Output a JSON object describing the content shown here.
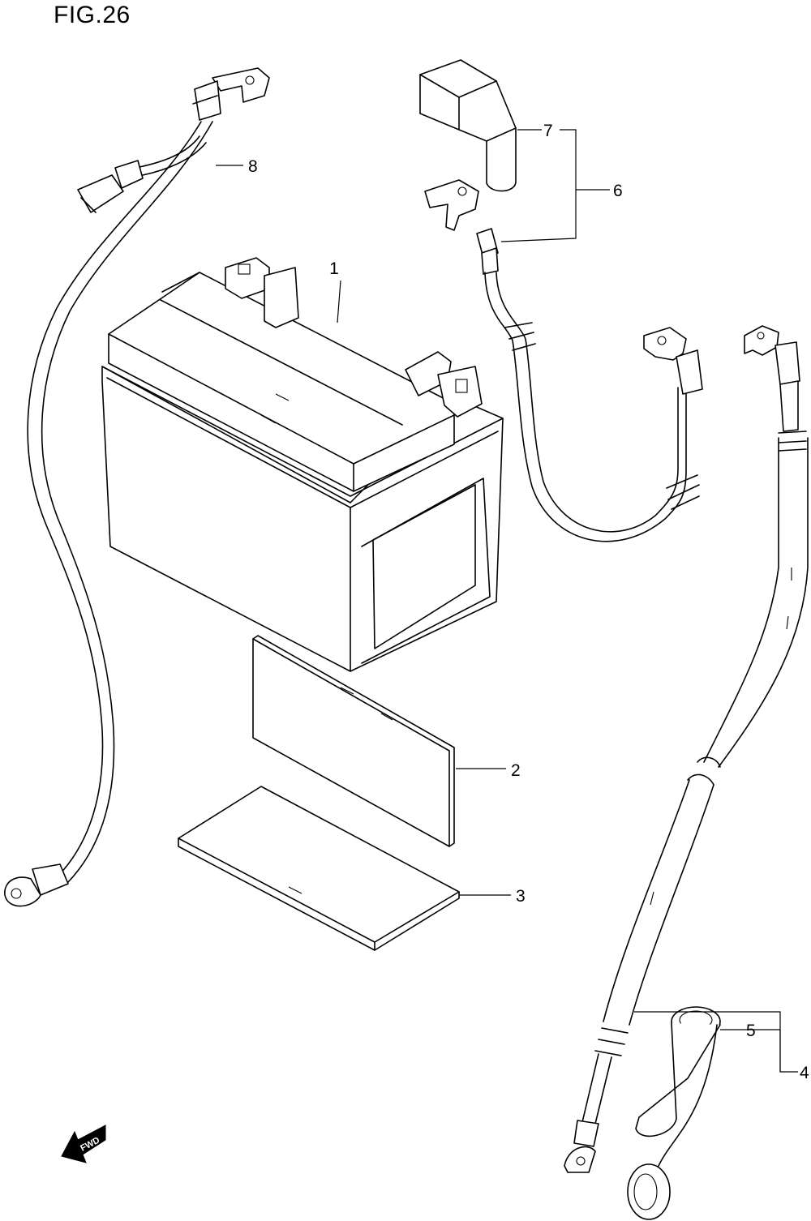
{
  "figure": {
    "title": "FIG.26"
  },
  "callouts": [
    {
      "id": "1",
      "label": "1"
    },
    {
      "id": "2",
      "label": "2"
    },
    {
      "id": "3",
      "label": "3"
    },
    {
      "id": "4",
      "label": "4"
    },
    {
      "id": "5",
      "label": "5"
    },
    {
      "id": "6",
      "label": "6"
    },
    {
      "id": "7",
      "label": "7"
    },
    {
      "id": "8",
      "label": "8"
    }
  ],
  "fwd_arrow": {
    "label": "FWD",
    "icon": "fwd-arrow-icon"
  }
}
